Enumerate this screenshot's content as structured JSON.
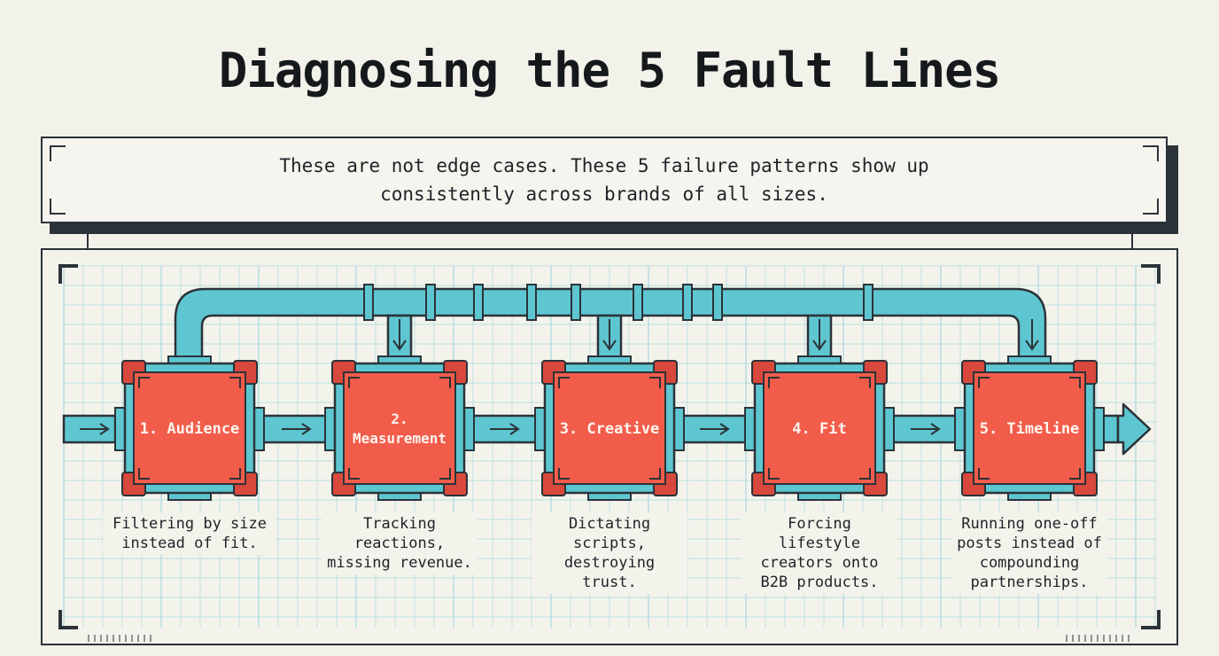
{
  "title": "Diagnosing the 5 Fault Lines",
  "intro": "These are not edge cases. These 5 failure patterns show up consistently across brands of all sizes.",
  "colors": {
    "background": "#f2f1ea",
    "ink": "#2b3338",
    "pipe": "#5ec6d1",
    "box": "#f25c4a",
    "box_corner": "#d9483c",
    "grid": "#a9d8de"
  },
  "stages": [
    {
      "label": "1. Audience",
      "description": "Filtering by size instead of fit."
    },
    {
      "label": "2. Measurement",
      "description": "Tracking reactions, missing revenue."
    },
    {
      "label": "3. Creative",
      "description": "Dictating scripts, destroying trust."
    },
    {
      "label": "4. Fit",
      "description": "Forcing lifestyle creators onto B2B products."
    },
    {
      "label": "5. Timeline",
      "description": "Running one-off posts instead of compounding partnerships."
    }
  ]
}
